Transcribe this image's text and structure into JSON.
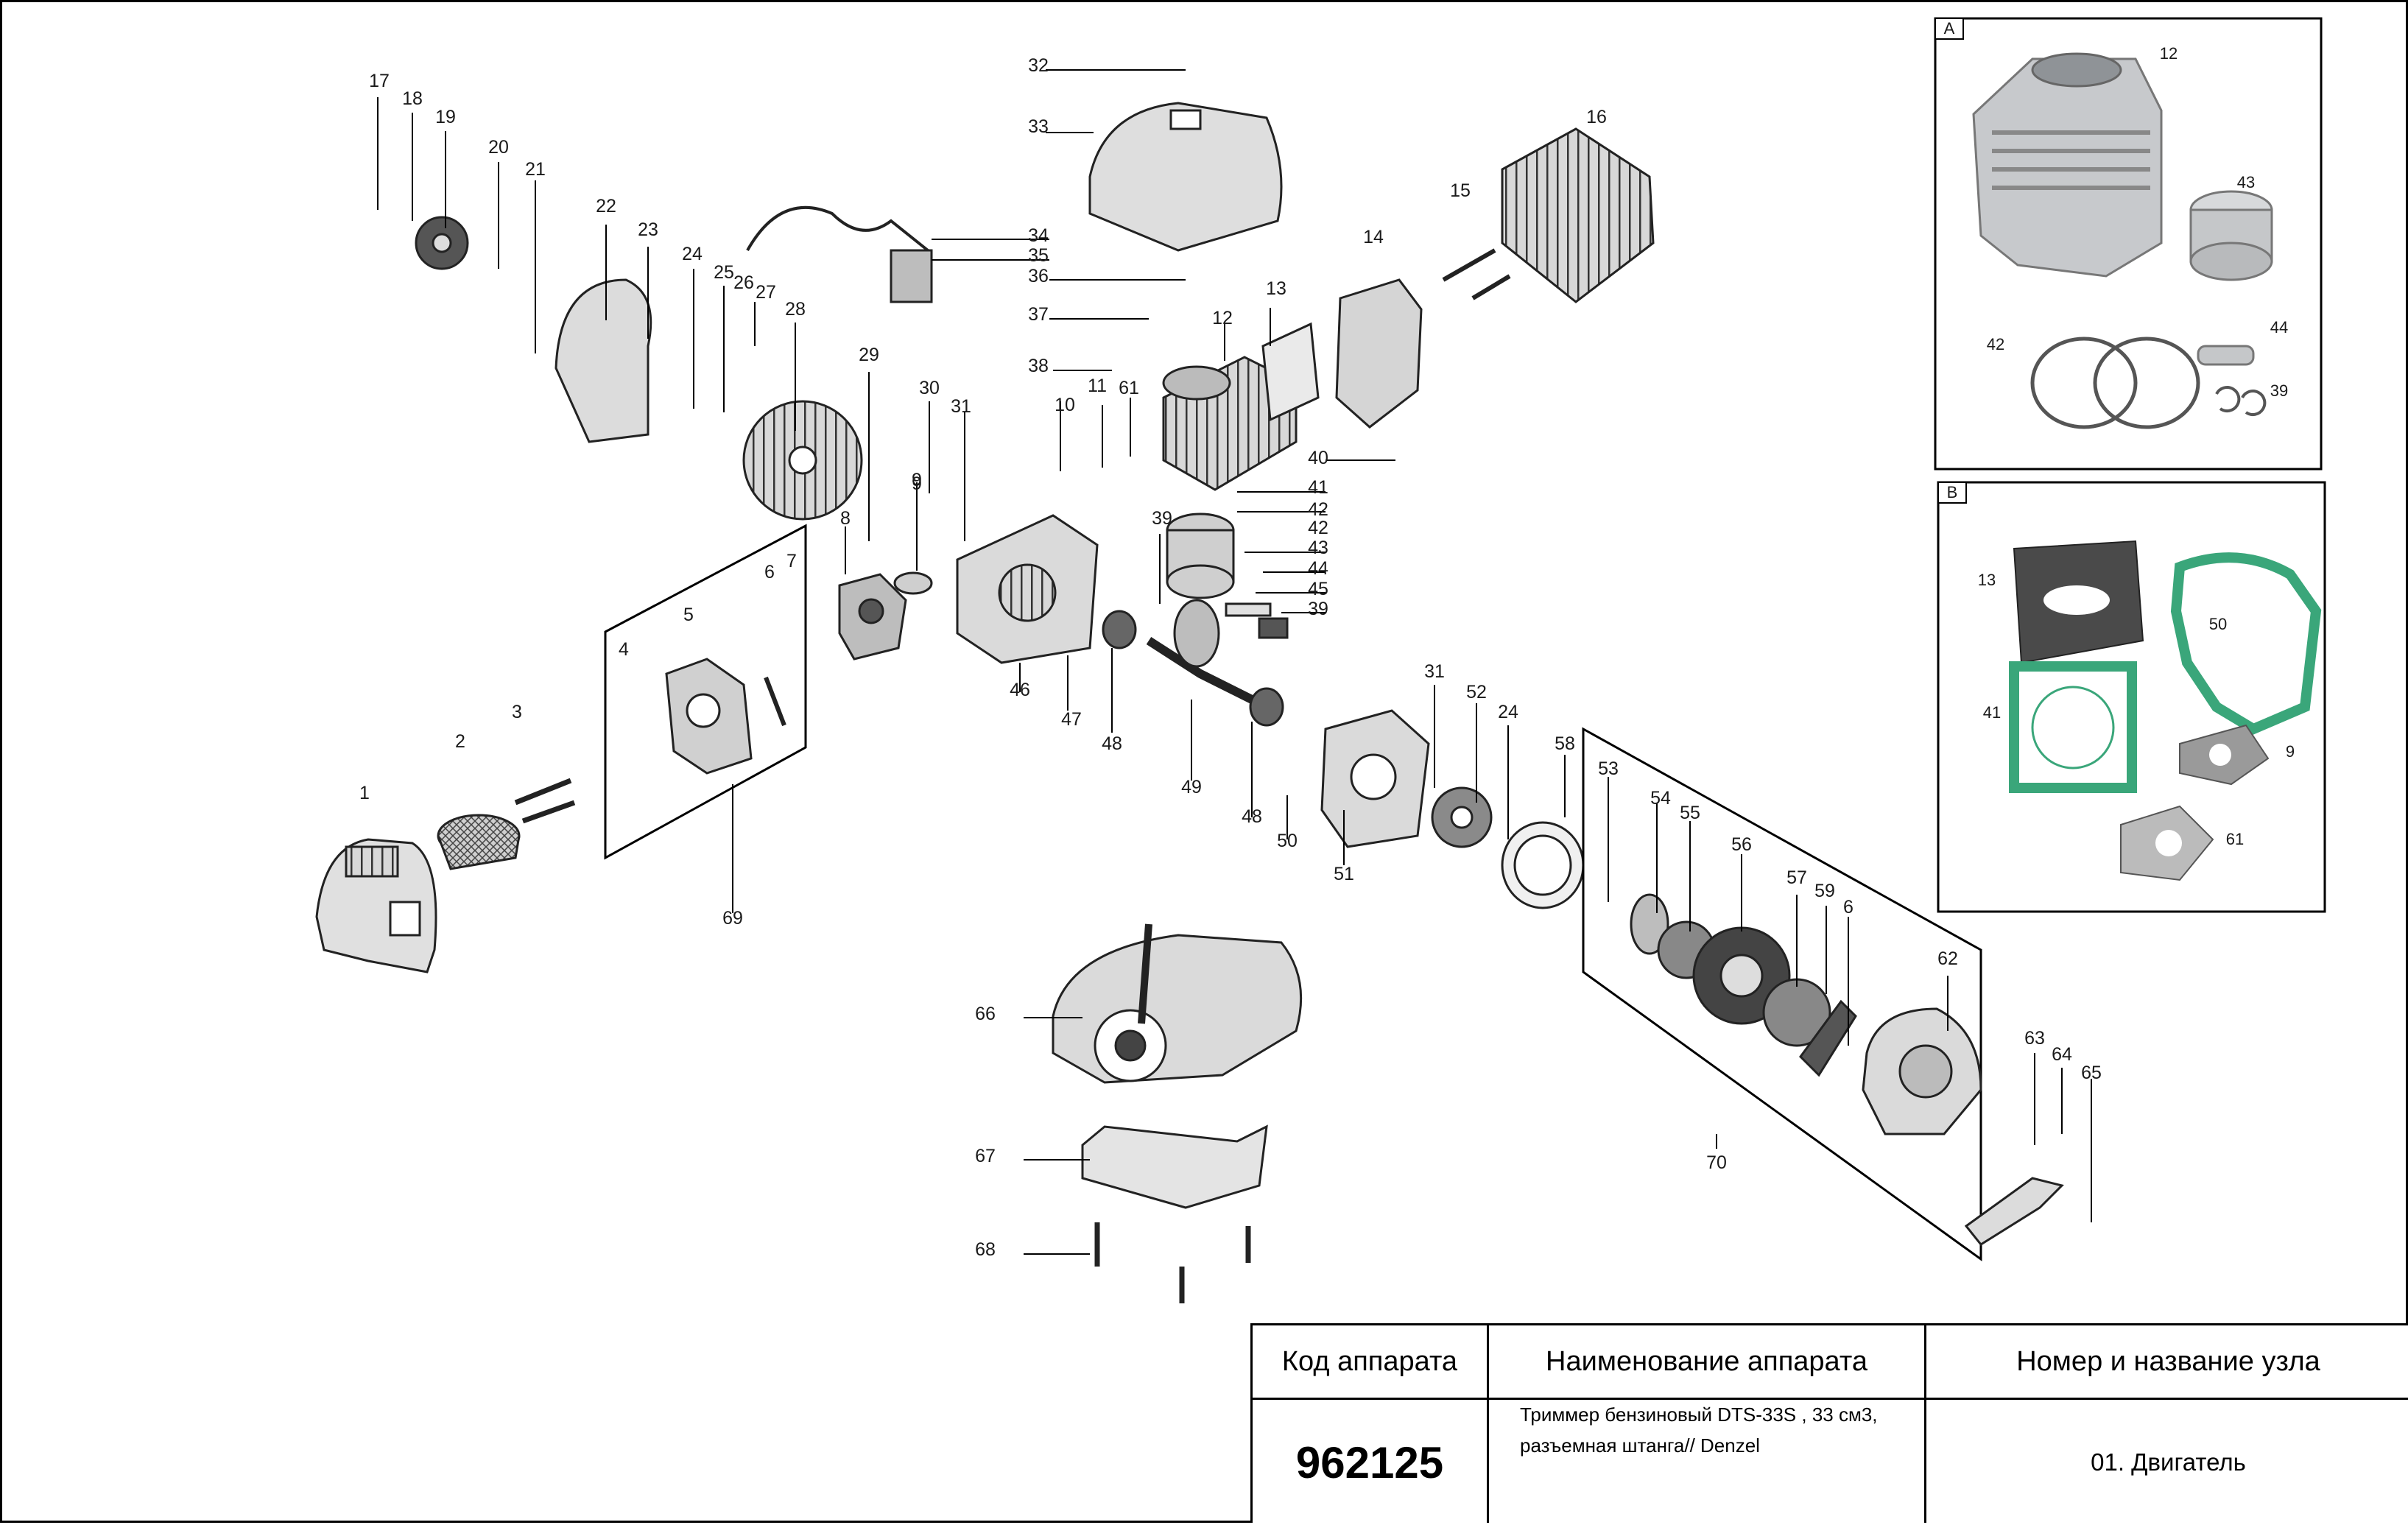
{
  "labels": [
    "1",
    "2",
    "3",
    "4",
    "5",
    "6",
    "7",
    "8",
    "9",
    "10",
    "11",
    "12",
    "13",
    "14",
    "15",
    "16",
    "17",
    "18",
    "19",
    "20",
    "21",
    "22",
    "23",
    "24",
    "25",
    "26",
    "27",
    "28",
    "29",
    "30",
    "31",
    "32",
    "33",
    "34",
    "35",
    "36",
    "37",
    "38",
    "39",
    "40",
    "41",
    "42",
    "43",
    "44",
    "45",
    "46",
    "47",
    "48",
    "49",
    "50",
    "51",
    "52",
    "53",
    "54",
    "55",
    "56",
    "57",
    "58",
    "59",
    "61",
    "62",
    "63",
    "64",
    "65",
    "66",
    "67",
    "68",
    "69",
    "70"
  ],
  "inset_a": {
    "tag": "A",
    "labels": [
      "12",
      "43",
      "42",
      "44",
      "39"
    ]
  },
  "inset_b": {
    "tag": "B",
    "labels": [
      "13",
      "50",
      "41",
      "9",
      "61"
    ]
  },
  "title_block": {
    "col1_header": "Код аппарата",
    "col2_header": "Наименование аппарата",
    "col3_header": "Номер и название узла",
    "code": "962125",
    "name_line1": "Триммер бензиновый DTS-33S , 33 см3,",
    "name_line2": "разъемная штанга// Denzel",
    "node": "01. Двигатель"
  },
  "colors": {
    "line": "#000000",
    "part_fill": "#e6e6e6",
    "part_dark": "#3a3a3a",
    "gasket_green": "#3aa67a",
    "gasket_gray": "#8a8a8a"
  }
}
